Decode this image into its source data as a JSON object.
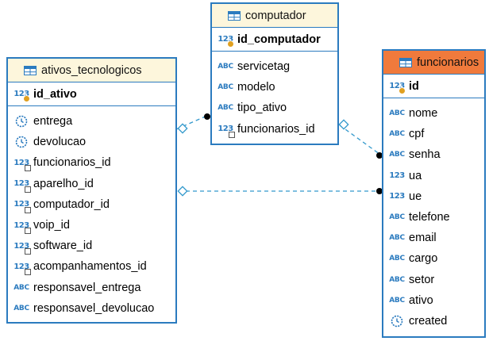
{
  "colors": {
    "border": "#2b7bbf",
    "header_default": "#fdf6dc",
    "header_selected": "#f07a3c",
    "link": "#3399cc"
  },
  "tables": {
    "ativos": {
      "title": "ativos_tecnologicos",
      "pk": {
        "name": "id_ativo",
        "icon": "numeric-key-icon"
      },
      "columns": [
        {
          "name": "entrega",
          "icon": "datetime-icon"
        },
        {
          "name": "devolucao",
          "icon": "datetime-icon"
        },
        {
          "name": "funcionarios_id",
          "icon": "numeric-fk-icon"
        },
        {
          "name": "aparelho_id",
          "icon": "numeric-fk-icon"
        },
        {
          "name": "computador_id",
          "icon": "numeric-fk-icon"
        },
        {
          "name": "voip_id",
          "icon": "numeric-fk-icon"
        },
        {
          "name": "software_id",
          "icon": "numeric-fk-icon"
        },
        {
          "name": "acompanhamentos_id",
          "icon": "numeric-fk-icon"
        },
        {
          "name": "responsavel_entrega",
          "icon": "text-icon"
        },
        {
          "name": "responsavel_devolucao",
          "icon": "text-icon"
        }
      ]
    },
    "computador": {
      "title": "computador",
      "pk": {
        "name": "id_computador",
        "icon": "numeric-key-icon"
      },
      "columns": [
        {
          "name": "servicetag",
          "icon": "text-icon"
        },
        {
          "name": "modelo",
          "icon": "text-icon"
        },
        {
          "name": "tipo_ativo",
          "icon": "text-icon"
        },
        {
          "name": "funcionarios_id",
          "icon": "numeric-fk-icon"
        }
      ]
    },
    "funcionarios": {
      "title": "funcionarios",
      "pk": {
        "name": "id",
        "icon": "numeric-key-icon"
      },
      "columns": [
        {
          "name": "nome",
          "icon": "text-icon"
        },
        {
          "name": "cpf",
          "icon": "text-icon"
        },
        {
          "name": "senha",
          "icon": "text-icon"
        },
        {
          "name": "ua",
          "icon": "numeric-icon"
        },
        {
          "name": "ue",
          "icon": "numeric-icon"
        },
        {
          "name": "telefone",
          "icon": "text-icon"
        },
        {
          "name": "email",
          "icon": "text-icon"
        },
        {
          "name": "cargo",
          "icon": "text-icon"
        },
        {
          "name": "setor",
          "icon": "text-icon"
        },
        {
          "name": "ativo",
          "icon": "text-icon"
        },
        {
          "name": "created",
          "icon": "datetime-icon"
        }
      ]
    }
  },
  "icon_text": {
    "numeric": "123",
    "text": "ABC"
  },
  "relationships": [
    {
      "from": "ativos_tecnologicos",
      "to": "computador"
    },
    {
      "from": "computador",
      "to": "funcionarios"
    },
    {
      "from": "ativos_tecnologicos",
      "to": "funcionarios"
    }
  ]
}
